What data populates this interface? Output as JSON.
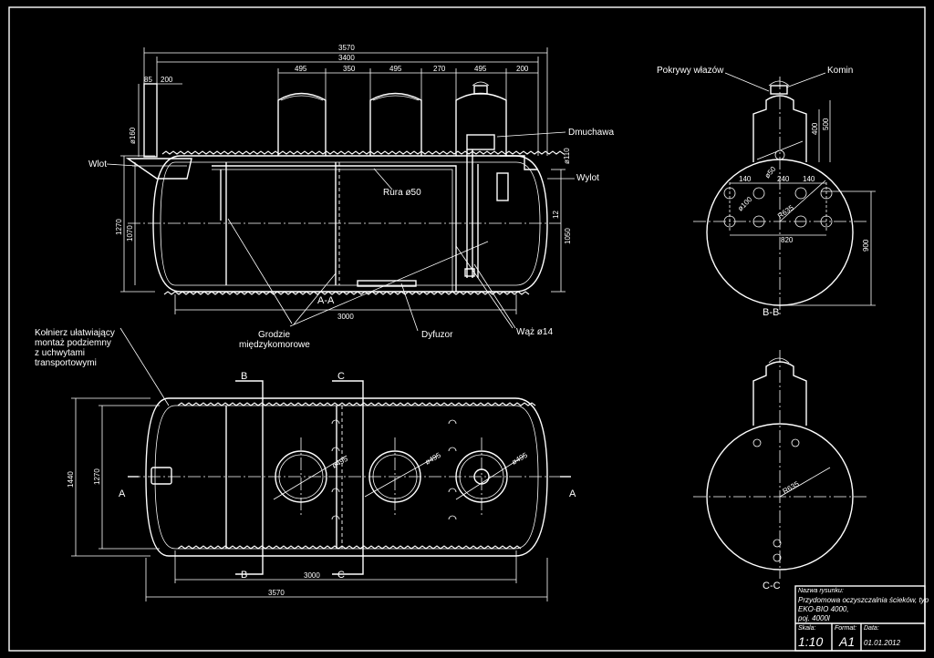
{
  "dims": {
    "top_overall": "3570",
    "top_inner": "3400",
    "top_seg1": "495",
    "top_seg2": "350",
    "top_seg3": "495",
    "top_seg4": "270",
    "top_seg5": "495",
    "top_seg6": "200",
    "inlet_85": "85",
    "inlet_200": "200",
    "dia_160": "ø160",
    "side_1270": "1270",
    "side_1070": "1070",
    "right_1050": "1050",
    "right_12": "12",
    "outlet_110": "ø110",
    "bottom_3000": "3000",
    "plan_1440": "1440",
    "plan_1270": "1270",
    "plan_3000": "3000",
    "plan_3570": "3570",
    "plan_d1": "ø495",
    "plan_d2": "ø495",
    "plan_d3": "ø495",
    "bb_400": "400",
    "bb_500": "500",
    "bb_900": "900",
    "bb_140a": "140",
    "bb_140b": "140",
    "bb_240": "240",
    "bb_820": "820",
    "bb_r635": "R635",
    "bb_d50": "ø50",
    "bb_d100": "ø100",
    "cc_r635": "R635"
  },
  "labels": {
    "wlot": "Wlot",
    "wylot": "Wylot",
    "dmuchawa": "Dmuchawa",
    "rura": "Rura ø50",
    "grodzie_1": "Grodzie",
    "grodzie_2": "międzykomorowe",
    "dyfuzor": "Dyfuzor",
    "waz": "Wąż ø14",
    "kolnierz_1": "Kołnierz ułatwiający",
    "kolnierz_2": "montaż podziemny",
    "kolnierz_3": "z uchwytami",
    "kolnierz_4": "transportowymi",
    "pokrywy": "Pokrywy włazów",
    "komin": "Komin"
  },
  "sections": {
    "aa": "A-A",
    "bb": "B-B",
    "cc": "C-C",
    "a_left": "A",
    "a_right": "A",
    "b_top": "B",
    "b_bottom": "B",
    "c_top": "C",
    "c_bottom": "C"
  },
  "title_block": {
    "name_label": "Nazwa rysunku:",
    "name_1": "Przydomowa oczyszczalnia ścieków, typ",
    "name_2": "EKO-BIO 4000,",
    "name_3": "poj. 4000l",
    "scale_label": "Skala:",
    "scale": "1:10",
    "format_label": "Format:",
    "format": "A1",
    "date_label": "Data:",
    "date": "01.01.2012"
  }
}
